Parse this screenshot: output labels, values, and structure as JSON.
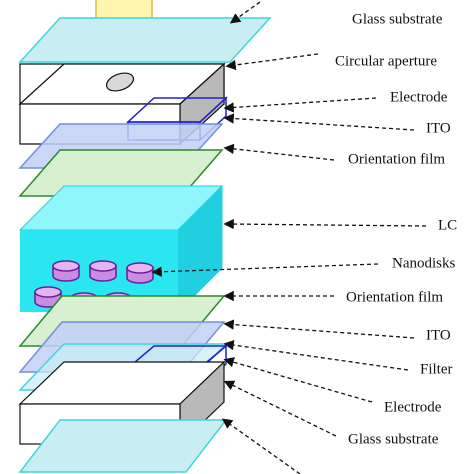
{
  "diagram": {
    "labels": [
      {
        "key": "glass_substrate_top",
        "text": "Glass substrate"
      },
      {
        "key": "circular_aperture",
        "text": "Circular aperture"
      },
      {
        "key": "electrode_top",
        "text": "Electrode"
      },
      {
        "key": "ito_top",
        "text": "ITO"
      },
      {
        "key": "orientation_film_top",
        "text": "Orientation film"
      },
      {
        "key": "lc",
        "text": "LC"
      },
      {
        "key": "nanodisks",
        "text": "Nanodisks"
      },
      {
        "key": "orientation_film_bottom",
        "text": "Orientation film"
      },
      {
        "key": "ito_bottom",
        "text": "ITO"
      },
      {
        "key": "filter",
        "text": "Filter"
      },
      {
        "key": "electrode_bottom",
        "text": "Electrode"
      },
      {
        "key": "glass_substrate_bottom",
        "text": "Glass substrate"
      }
    ]
  },
  "colors": {
    "glass": "#c8eef4",
    "glass_edge": "#3fd6dc",
    "ito": "#c2d0f4",
    "ito_edge": "#6f8fe0",
    "film": "#d8f0d0",
    "film_edge": "#2a8a2a",
    "lc_front": "#29e6f0",
    "lc_top": "#8ff6fb",
    "lc_side": "#20cfe0",
    "nanodisk": "#c98ce0",
    "nanodisk_edge": "#6a1d9a",
    "light_source": "#fff4b0",
    "light_source_edge": "#e0b84a",
    "electrode_edge": "#2222cc",
    "block_side": "#b9b9b9",
    "block_edge": "#111111",
    "leader": "#111111"
  }
}
